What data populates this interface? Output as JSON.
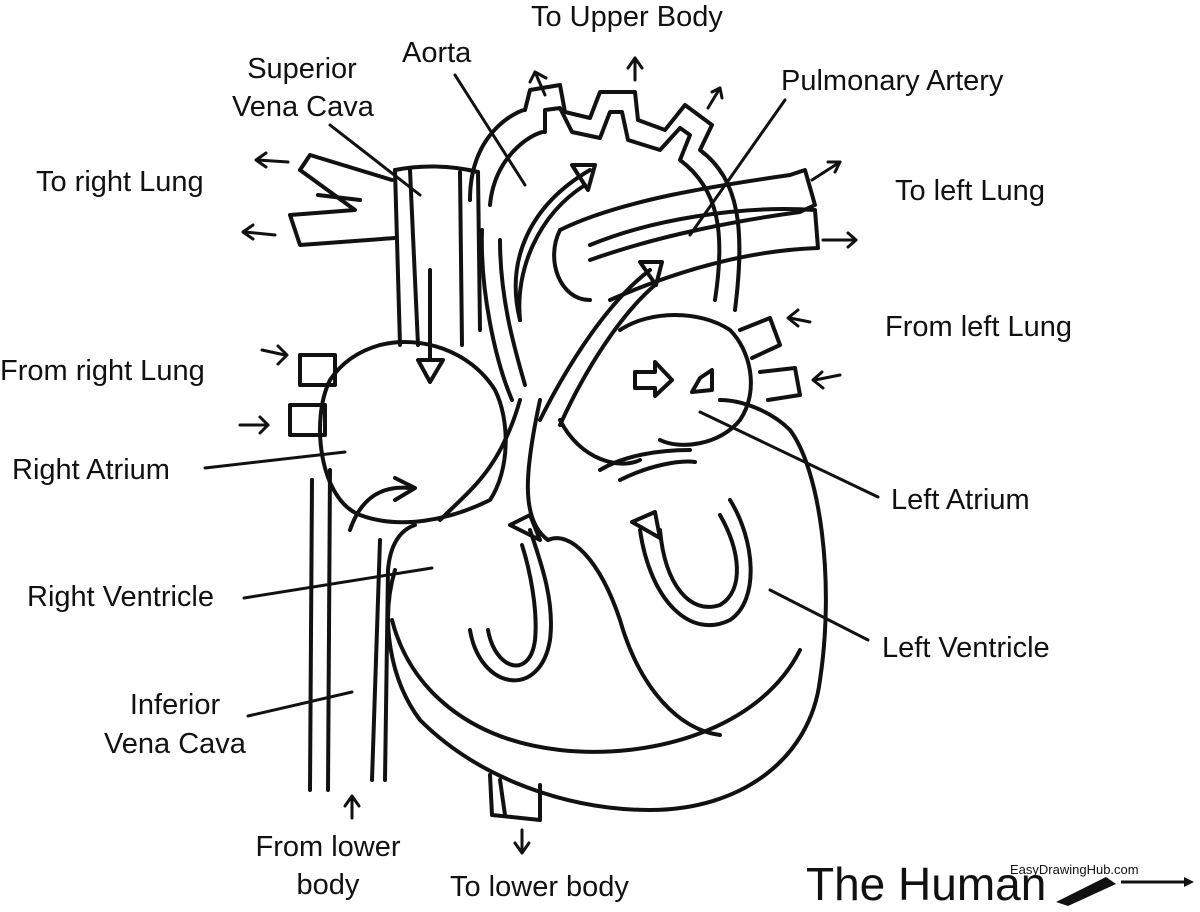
{
  "labels": {
    "to_upper_body": "To Upper Body",
    "aorta": "Aorta",
    "superior_vena_cava_1": "Superior",
    "superior_vena_cava_2": "Vena Cava",
    "pulmonary_artery": "Pulmonary Artery",
    "to_right_lung": "To right Lung",
    "to_left_lung": "To left Lung",
    "from_left_lung": "From left Lung",
    "from_right_lung": "From right Lung",
    "right_atrium": "Right Atrium",
    "left_atrium": "Left Atrium",
    "right_ventricle": "Right Ventricle",
    "left_ventricle": "Left Ventricle",
    "inferior_vena_cava_1": "Inferior",
    "inferior_vena_cava_2": "Vena Cava",
    "from_lower_body_1": "From lower",
    "from_lower_body_2": "body",
    "to_lower_body": "To lower body"
  },
  "title": "The Human",
  "watermark": "EasyDrawingHub.com",
  "colors": {
    "ink": "#111111",
    "paper": "#ffffff"
  }
}
